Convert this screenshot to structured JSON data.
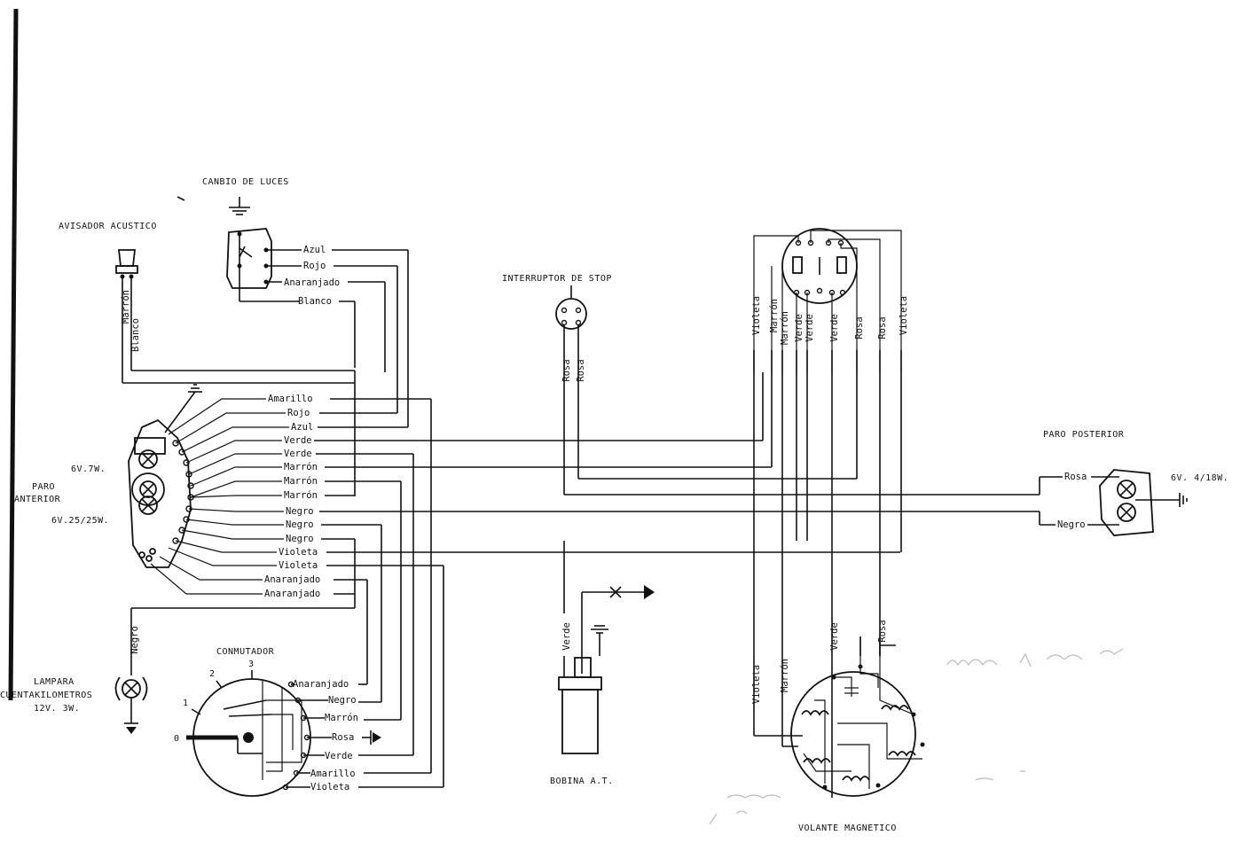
{
  "components": {
    "canbio_de_luces": "CANBIO DE LUCES",
    "avisador_acustico": "AVISADOR ACUSTICO",
    "interruptor_de_stop": "INTERRUPTOR DE STOP",
    "paro_posterior": "PARO POSTERIOR",
    "paro_posterior_spec": "6V. 4/18W.",
    "paro_anterior_line1": "PARO",
    "paro_anterior_line2": "ANTERIOR",
    "paro_anterior_spec1": "6V.7W.",
    "paro_anterior_spec2": "6V.25/25W.",
    "lampara_line1": "LAMPARA",
    "lampara_line2": "CUENTAKILOMETROS",
    "lampara_line3": "12V. 3W.",
    "conmutador": "CONMUTADOR",
    "bobina": "BOBINA A.T.",
    "volante": "VOLANTE MAGNETICO"
  },
  "conmutador_positions": [
    "0",
    "1",
    "2",
    "3"
  ],
  "wires": {
    "canbio": [
      "Azul",
      "Rojo",
      "Anaranjado",
      "Blanco"
    ],
    "avisador": [
      "Marrón",
      "Blanco"
    ],
    "stop": [
      "Rosa",
      "Rosa"
    ],
    "paro_anterior": [
      "Amarillo",
      "Rojo",
      "Azul",
      "Verde",
      "Verde",
      "Marrón",
      "Marrón",
      "Marrón",
      "Negro",
      "Negro",
      "Negro",
      "Violeta",
      "Violeta",
      "Anaranjado",
      "Anaranjado"
    ],
    "volante_top": [
      "Violeta",
      "Marrón",
      "Marrón",
      "Verde",
      "Verde",
      "Verde",
      "Rosa",
      "Rosa",
      "Violeta"
    ],
    "paro_posterior": [
      "Rosa",
      "Negro"
    ],
    "lampara": "Negro",
    "conmutador": [
      "Anaranjado",
      "Negro",
      "Marrón",
      "Rosa",
      "Verde",
      "Amarillo",
      "Violeta"
    ],
    "bobina": "Verde",
    "volante_bottom": [
      "Violeta",
      "Marrón",
      "Verde",
      "Rosa"
    ]
  }
}
